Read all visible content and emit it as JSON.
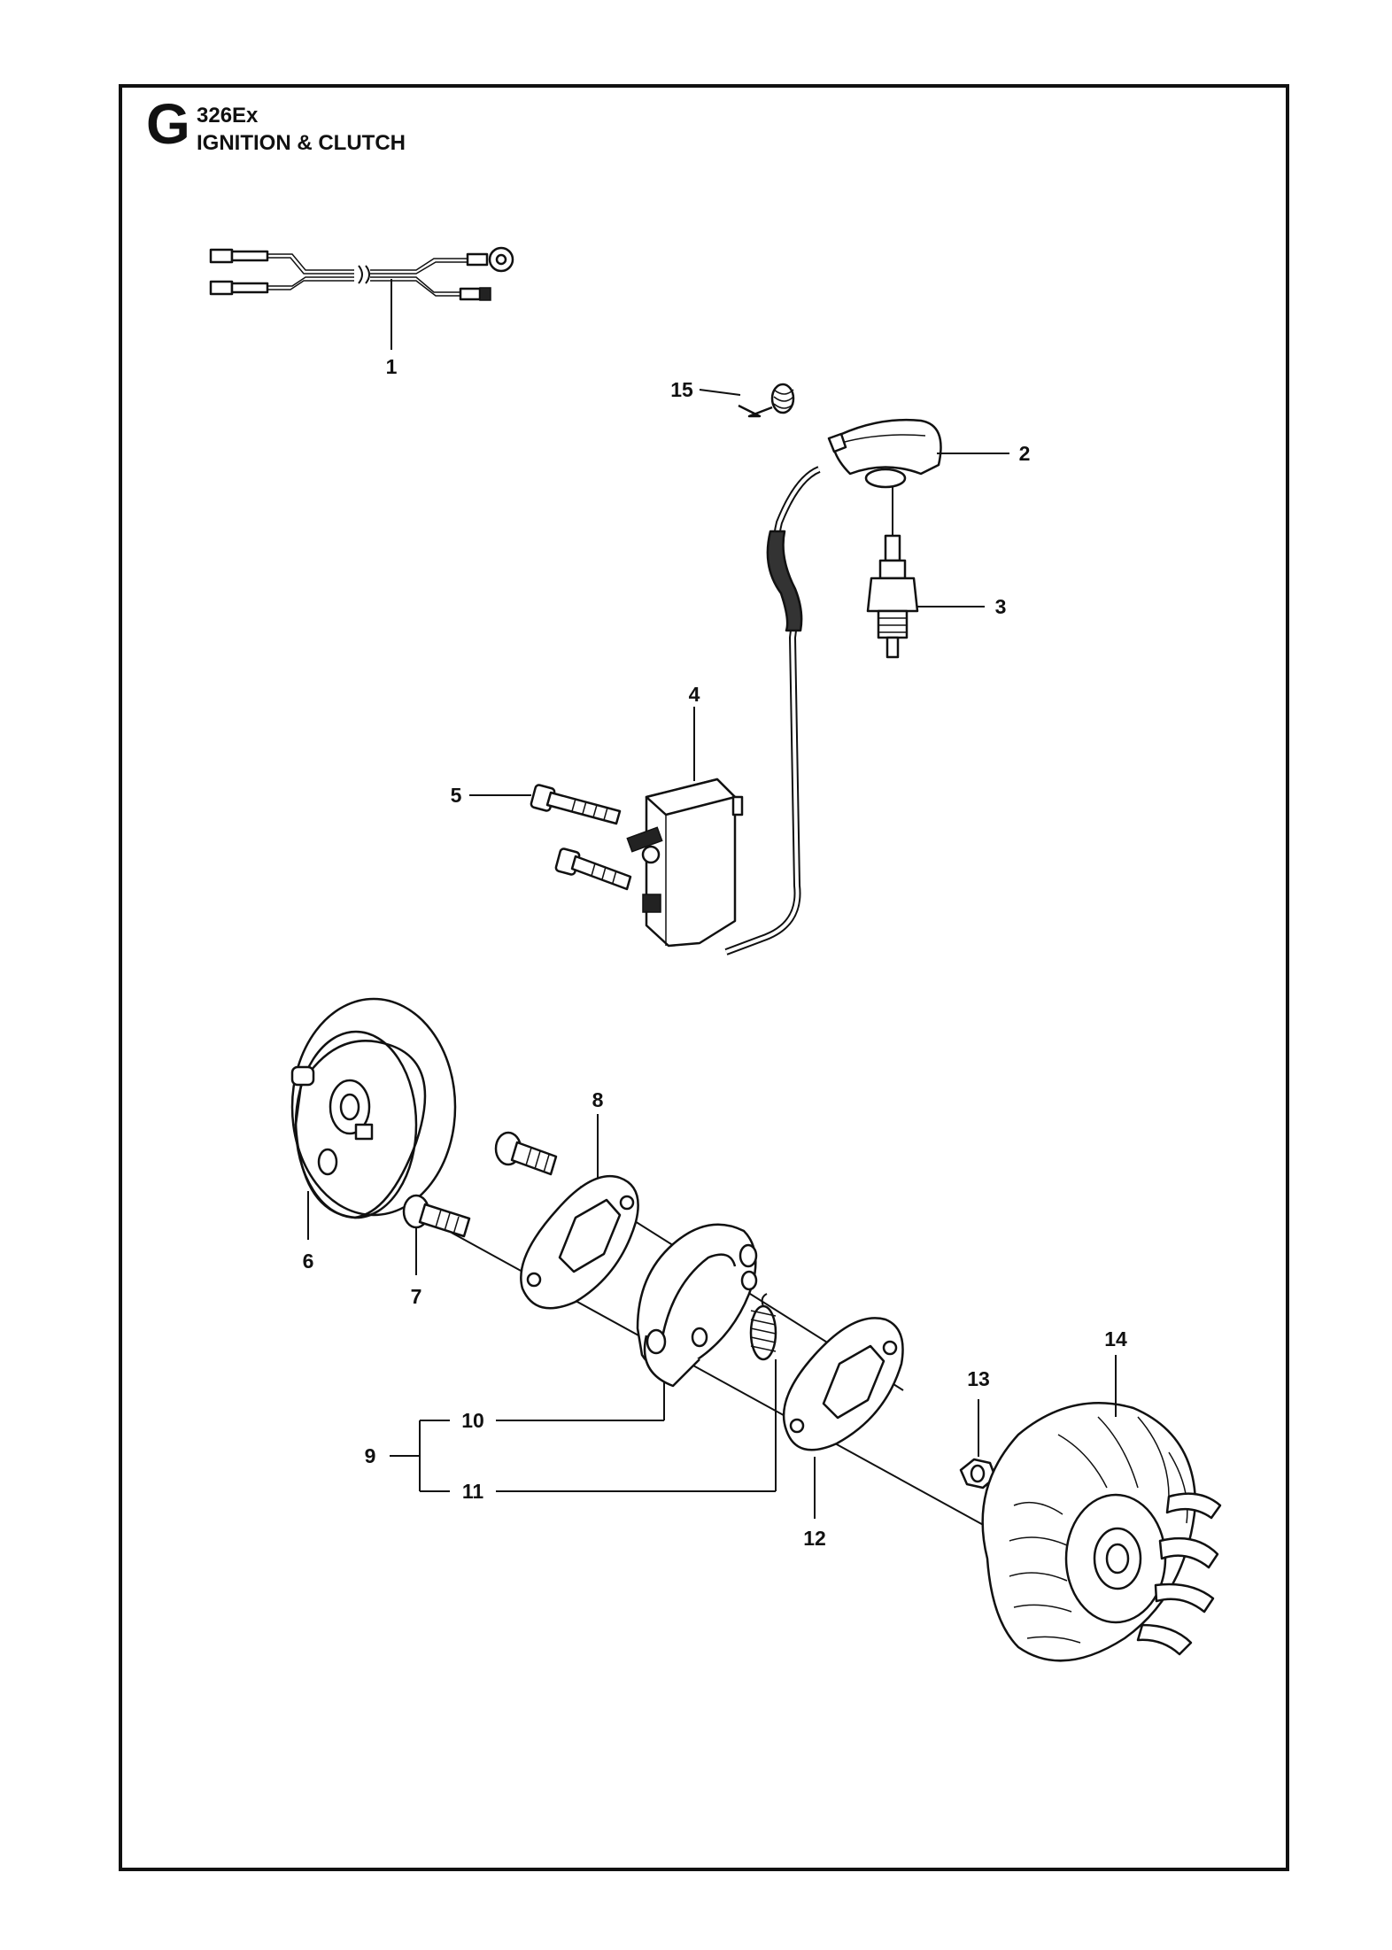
{
  "header": {
    "section_letter": "G",
    "model": "326Ex",
    "title": "IGNITION & CLUTCH"
  },
  "callouts": {
    "c1": "1",
    "c2": "2",
    "c3": "3",
    "c4": "4",
    "c5": "5",
    "c6": "6",
    "c7": "7",
    "c8": "8",
    "c9": "9",
    "c10": "10",
    "c11": "11",
    "c12": "12",
    "c13": "13",
    "c14": "14",
    "c15": "15"
  }
}
